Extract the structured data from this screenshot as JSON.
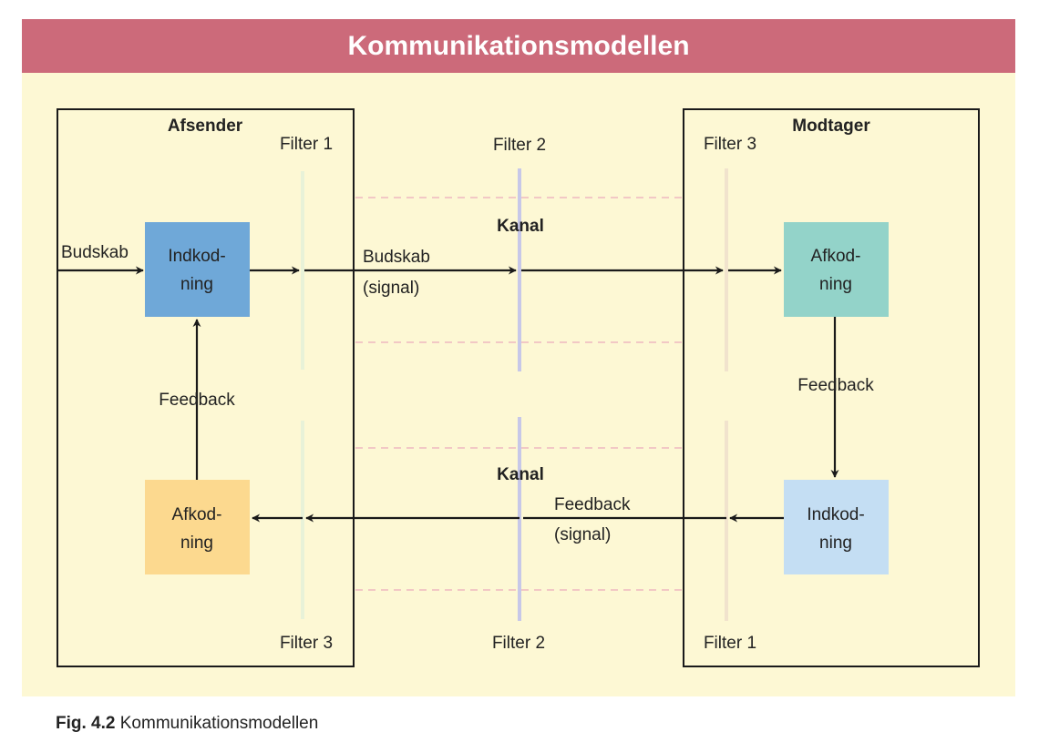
{
  "title": "Kommunikationsmodellen",
  "sender": {
    "heading": "Afsender",
    "input_label": "Budskab",
    "encode": [
      "Indkod-",
      "ning"
    ],
    "decode": [
      "Afkod-",
      "ning"
    ],
    "feedback_label": "Feedback",
    "filter_top": "Filter 1",
    "filter_bottom": "Filter 3"
  },
  "receiver": {
    "heading": "Modtager",
    "decode": [
      "Afkod-",
      "ning"
    ],
    "encode": [
      "Indkod-",
      "ning"
    ],
    "feedback_label": "Feedback",
    "filter_top": "Filter 3",
    "filter_bottom": "Filter 1"
  },
  "channel": {
    "filter_top": "Filter 2",
    "filter_bottom": "Filter 2",
    "kanal_top": "Kanal",
    "kanal_bottom": "Kanal",
    "message": [
      "Budskab",
      "(signal)"
    ],
    "feedback": [
      "Feedback",
      "(signal)"
    ]
  },
  "colors": {
    "banner": "#cc6a7a",
    "panel": "#fdf8d4",
    "encode_sender": "#6fa8d8",
    "decode_receiver": "#93d3c9",
    "decode_sender": "#fcd98f",
    "encode_receiver": "#c4def3"
  },
  "caption": {
    "prefix": "Fig. 4.2",
    "text": "Kommunikationsmodellen"
  }
}
